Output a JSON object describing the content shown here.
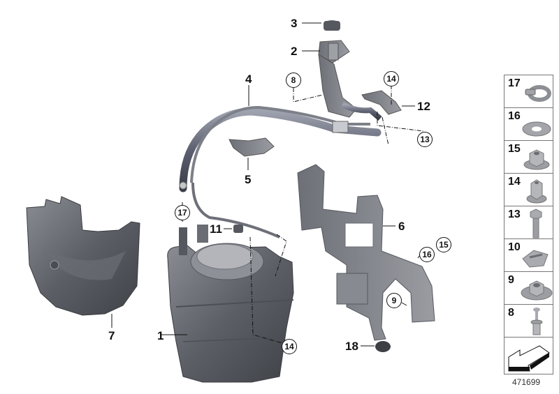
{
  "diagram": {
    "type": "exploded-parts-diagram",
    "subject": "Fuel/urea tank assembly with lines, bracket and fasteners",
    "image_number": "471699",
    "colors": {
      "part_dark": "#5a5d63",
      "part_mid": "#7c7f86",
      "part_light": "#a9abb0",
      "line": "#111111",
      "background": "#ffffff"
    },
    "callouts": [
      {
        "num": "1",
        "style": "plain",
        "part": "tank"
      },
      {
        "num": "2",
        "style": "plain",
        "part": "filler-neck-bracket"
      },
      {
        "num": "3",
        "style": "plain",
        "part": "filler-cap"
      },
      {
        "num": "4",
        "style": "plain",
        "part": "line-assembly"
      },
      {
        "num": "5",
        "style": "plain",
        "part": "line-holder"
      },
      {
        "num": "6",
        "style": "plain",
        "part": "mounting-bracket"
      },
      {
        "num": "7",
        "style": "plain",
        "part": "shield-cover"
      },
      {
        "num": "8",
        "style": "circled",
        "part": "rivet"
      },
      {
        "num": "9",
        "style": "circled",
        "part": "nut"
      },
      {
        "num": "11",
        "style": "plain",
        "part": "connector"
      },
      {
        "num": "12",
        "style": "plain",
        "part": "clip-holder"
      },
      {
        "num": "13",
        "style": "circled",
        "part": "bolt"
      },
      {
        "num": "14",
        "style": "circled",
        "part": "collar-nut",
        "occurrences": 2
      },
      {
        "num": "15",
        "style": "circled",
        "part": "hex-nut-flange"
      },
      {
        "num": "16",
        "style": "circled",
        "part": "washer"
      },
      {
        "num": "17",
        "style": "circled",
        "part": "hose-clamp"
      },
      {
        "num": "18",
        "style": "plain",
        "part": "rubber-grommet"
      }
    ]
  },
  "labels": {
    "l1": "1",
    "l2": "2",
    "l3": "3",
    "l4": "4",
    "l5": "5",
    "l6": "6",
    "l7": "7",
    "l11": "11",
    "l12": "12",
    "l18": "18",
    "c8": "8",
    "c9": "9",
    "c13": "13",
    "c14a": "14",
    "c14b": "14",
    "c15": "15",
    "c16": "16",
    "c17": "17"
  },
  "legend": {
    "items": [
      {
        "num": "17",
        "icon": "hose-clamp-icon"
      },
      {
        "num": "16",
        "icon": "washer-icon"
      },
      {
        "num": "15",
        "icon": "flange-nut-icon"
      },
      {
        "num": "14",
        "icon": "collar-nut-icon"
      },
      {
        "num": "13",
        "icon": "bolt-icon"
      },
      {
        "num": "10",
        "icon": "clip-nut-icon"
      },
      {
        "num": "9",
        "icon": "hex-nut-washer-icon"
      },
      {
        "num": "8",
        "icon": "rivet-icon"
      }
    ],
    "footer_icon": "direction-arrow-icon"
  },
  "caption": "471699"
}
